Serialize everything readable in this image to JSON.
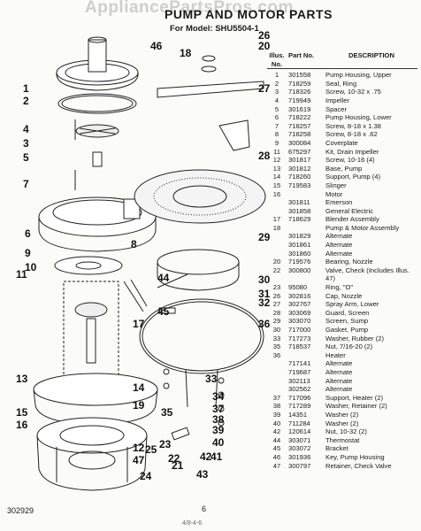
{
  "watermark": "AppliancePartsPros.com",
  "title": "PUMP AND MOTOR PARTS",
  "subtitle": "For Model: SHU5504-1",
  "parts_header": {
    "illus": "Illus. No.",
    "part": "Part No.",
    "desc": "DESCRIPTION"
  },
  "parts": [
    [
      "1",
      "301558",
      "Pump Housing, Upper"
    ],
    [
      "2",
      "718259",
      "Seal, Ring"
    ],
    [
      "3",
      "718326",
      "Screw, 10-32 x .75"
    ],
    [
      "4",
      "719949",
      "Impeller"
    ],
    [
      "5",
      "301619",
      "Spacer"
    ],
    [
      "6",
      "718222",
      "Pump Housing, Lower"
    ],
    [
      "7",
      "718257",
      "Screw, 8-18 x 1.38"
    ],
    [
      "8",
      "718258",
      "Screw, 8-18 x .62"
    ],
    [
      "9",
      "300084",
      "Coverplate"
    ],
    [
      "11",
      "675297",
      "Kit, Drain Impeller"
    ],
    [
      "12",
      "301817",
      "Screw, 10-16 (4)"
    ],
    [
      "13",
      "301812",
      "Base, Pump"
    ],
    [
      "14",
      "718260",
      "Support, Pump (4)"
    ],
    [
      "15",
      "719583",
      "Slinger"
    ],
    [
      "16",
      "",
      "Motor"
    ],
    [
      "",
      "301811",
      "Emerson"
    ],
    [
      "",
      "301858",
      "General Electric"
    ],
    [
      "17",
      "718629",
      "Blender Assembly"
    ],
    [
      "18",
      "",
      "Pump & Motor Assembly"
    ],
    [
      "",
      "301829",
      "Alternate"
    ],
    [
      "",
      "301861",
      "Alternate"
    ],
    [
      "",
      "301860",
      "Alternate"
    ],
    [
      "20",
      "719576",
      "Bearing, Nozzle"
    ],
    [
      "22",
      "300800",
      "Valve, Check (Includes Illus. 47)"
    ],
    [
      "23",
      "95080",
      "Ring, \"O\""
    ],
    [
      "26",
      "302816",
      "Cap, Nozzle"
    ],
    [
      "27",
      "302767",
      "Spray Arm, Lower"
    ],
    [
      "28",
      "303069",
      "Guard, Screen"
    ],
    [
      "29",
      "303070",
      "Screen, Sump"
    ],
    [
      "30",
      "717000",
      "Gasket, Pump"
    ],
    [
      "33",
      "717273",
      "Washer, Rubber (2)"
    ],
    [
      "35",
      "718537",
      "Nut, 7/16-20 (2)"
    ],
    [
      "36",
      "",
      "Heater"
    ],
    [
      "",
      "717141",
      "Alternate"
    ],
    [
      "",
      "719687",
      "Alternate"
    ],
    [
      "",
      "302113",
      "Alternate"
    ],
    [
      "",
      "302562",
      "Alternate"
    ],
    [
      "37",
      "717096",
      "Support, Heater (2)"
    ],
    [
      "38",
      "717289",
      "Washer, Retainer (2)"
    ],
    [
      "39",
      "14351",
      "Washer (2)"
    ],
    [
      "40",
      "711284",
      "Washer (2)"
    ],
    [
      "42",
      "120614",
      "Nut, 10-32 (2)"
    ],
    [
      "44",
      "303071",
      "Thermostat"
    ],
    [
      "45",
      "303072",
      "Bracket"
    ],
    [
      "46",
      "301936",
      "Key, Pump Housing"
    ],
    [
      "47",
      "300797",
      "Retainer, Check Valve"
    ]
  ],
  "callouts": [
    "46",
    "18",
    "1",
    "2",
    "4",
    "3",
    "5",
    "7",
    "6",
    "8",
    "9",
    "10",
    "11",
    "17",
    "12",
    "13",
    "14",
    "15",
    "16",
    "21",
    "22",
    "25",
    "47",
    "26",
    "20",
    "27",
    "28",
    "29",
    "30",
    "36",
    "44",
    "45",
    "31",
    "33",
    "34",
    "35",
    "37",
    "38",
    "39",
    "40",
    "42",
    "41",
    "43",
    "19",
    "23",
    "24",
    "32"
  ],
  "footer": {
    "doc_id": "302929",
    "page": "6",
    "small": "4/8-4-6"
  },
  "icons": [
    "pump-housing-icon",
    "impeller-icon",
    "motor-icon",
    "spray-arm-icon",
    "sump-screen-icon",
    "heater-ring-icon"
  ]
}
